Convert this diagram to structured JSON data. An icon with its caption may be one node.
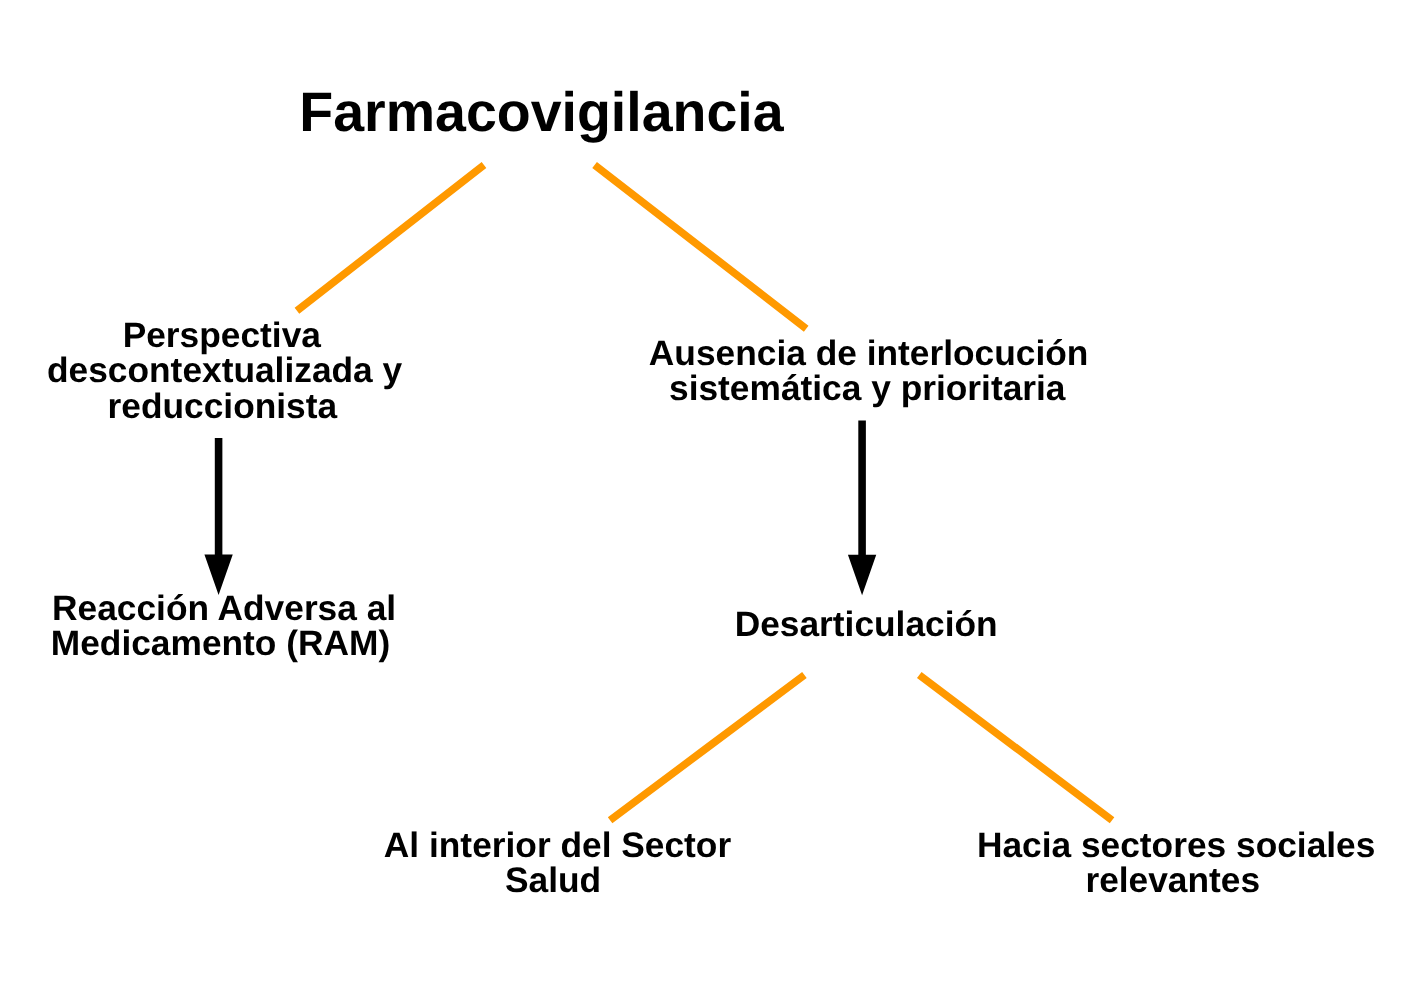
{
  "diagram": {
    "nodes": [
      {
        "text": [
          "Farmacovigilancia"
        ]
      },
      {
        "text": [
          "Perspectiva descontextualizada y reduccionista"
        ]
      },
      {
        "text": [
          "Ausencia de interlocución sistemática y prioritaria"
        ]
      },
      {
        "text": [
          "Reacción Adversa al Medicamento (RAM)"
        ]
      },
      {
        "text": [
          "Desarticulación"
        ]
      },
      {
        "text": [
          "Al interior del Sector Salud"
        ]
      },
      {
        "text": [
          "Hacia sectores sociales relevantes"
        ]
      }
    ],
    "edges": [
      {
        "from": 0,
        "to": 1,
        "arrow": "none"
      },
      {
        "from": 0,
        "to": 2,
        "arrow": "none"
      },
      {
        "from": 1,
        "to": 3,
        "arrow": "to",
        "color": "#000000"
      },
      {
        "from": 2,
        "to": 4,
        "arrow": "to",
        "color": "#000000"
      },
      {
        "from": 4,
        "to": 5,
        "arrow": "none"
      },
      {
        "from": 4,
        "to": 6,
        "arrow": "none"
      }
    ]
  }
}
